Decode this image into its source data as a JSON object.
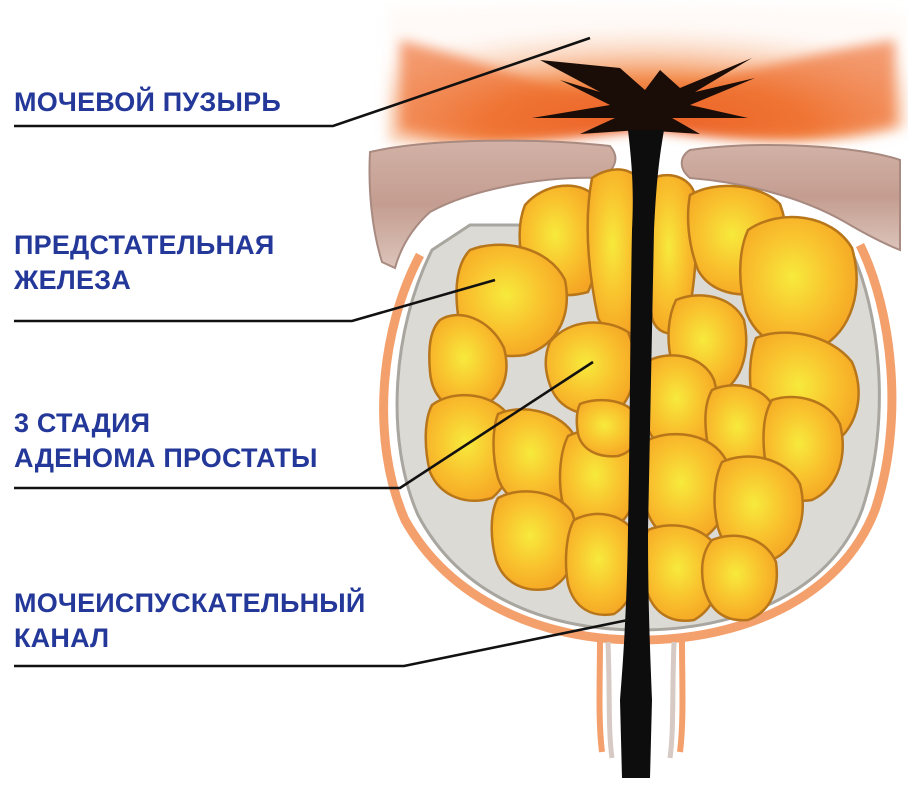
{
  "colors": {
    "label_text": "#24389a",
    "leader_line": "#111111",
    "gland_fill": "#f9b62c",
    "gland_highlight": "#f6e83a",
    "gland_outline": "#b8761a",
    "capsule": "#c9c9c9",
    "urethra": "#0d0d0d",
    "bladder_tissue": "#f07a3a",
    "muscle": "#d6b8ae"
  },
  "labels": {
    "bladder": {
      "lines": [
        "МОЧЕВОЙ ПУЗЫРЬ"
      ]
    },
    "prostate": {
      "lines": [
        "ПРЕДСТАТЕЛЬНАЯ",
        "ЖЕЛЕЗА"
      ]
    },
    "adenoma": {
      "lines": [
        "3 СТАДИЯ",
        "АДЕНОМА ПРОСТАТЫ"
      ]
    },
    "urethra": {
      "lines": [
        "МОЧЕИСПУСКАТЕЛЬНЫЙ",
        "КАНАЛ"
      ]
    }
  }
}
